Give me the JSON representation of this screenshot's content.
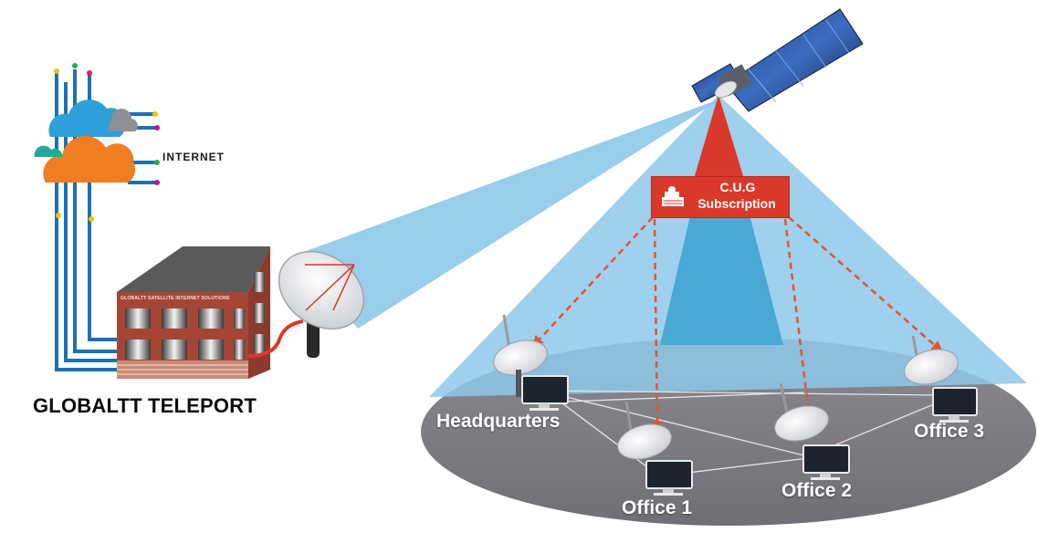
{
  "internet": {
    "label": "INTERNET"
  },
  "teleport": {
    "label": "GLOBALTT TELEPORT",
    "building_sign": "GLOBALTT SATELLITE INTERNET SOLUTIONS"
  },
  "cug": {
    "line1": "C.U.G",
    "line2": "Subscription"
  },
  "sites": {
    "headquarters": "Headquarters",
    "office1": "Office 1",
    "office2": "Office 2",
    "office3": "Office 3"
  },
  "colors": {
    "beam": "#8ec8ea",
    "beam_inner": "#4aa8d6",
    "cug_red": "#d9392a",
    "ground": "#86868c",
    "arrow": "#e2552f",
    "brick": "#a54536",
    "cloud_blue": "#2e9fd9",
    "cloud_orange": "#ef7d22",
    "wire": "#1f6fb5"
  }
}
